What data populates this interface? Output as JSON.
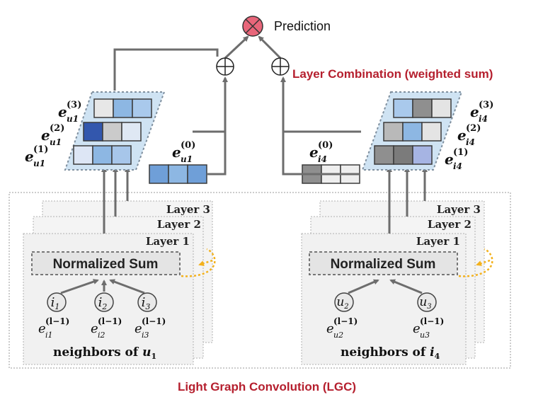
{
  "prediction": "Prediction",
  "combination": "Layer Combination (weighted sum)",
  "caption": "Light Graph Convolution (LGC)",
  "normalized_sum": "Normalized Sum",
  "layers": [
    "Layer 1",
    "Layer 2",
    "Layer 3"
  ],
  "left": {
    "neighbors_prefix": "neighbors of ",
    "neighbors_var": "u",
    "neighbors_sub": "1",
    "nodes": [
      {
        "base": "i",
        "sub": "1"
      },
      {
        "base": "i",
        "sub": "2"
      },
      {
        "base": "i",
        "sub": "3"
      }
    ],
    "emb_sup": "(l−1)",
    "emb_base": "e",
    "emb_subs": [
      "i1",
      "i2",
      "i3"
    ],
    "e0": {
      "base": "e",
      "sub": "u1",
      "sup": "(0)"
    },
    "stack_labels": [
      {
        "sub": "u1",
        "sup": "(3)"
      },
      {
        "sub": "u1",
        "sup": "(2)"
      },
      {
        "sub": "u1",
        "sup": "(1)"
      }
    ]
  },
  "right": {
    "neighbors_prefix": "neighbors of ",
    "neighbors_var": "i",
    "neighbors_sub": "4",
    "nodes": [
      {
        "base": "u",
        "sub": "2"
      },
      {
        "base": "u",
        "sub": "3"
      }
    ],
    "emb_sup": "(l−1)",
    "emb_base": "e",
    "emb_subs": [
      "u2",
      "u3"
    ],
    "e0": {
      "base": "e",
      "sub": "i4",
      "sup": "(0)"
    },
    "stack_labels": [
      {
        "sub": "i4",
        "sup": "(3)"
      },
      {
        "sub": "i4",
        "sup": "(2)"
      },
      {
        "sub": "i4",
        "sup": "(1)"
      }
    ]
  },
  "colors": {
    "title_red": "#b51f2e",
    "arrow": "#6d6d6d",
    "predict_fill": "#e8667a",
    "dotted_yellow": "#f3b11c",
    "stack_bg": "#cfe3f3"
  }
}
